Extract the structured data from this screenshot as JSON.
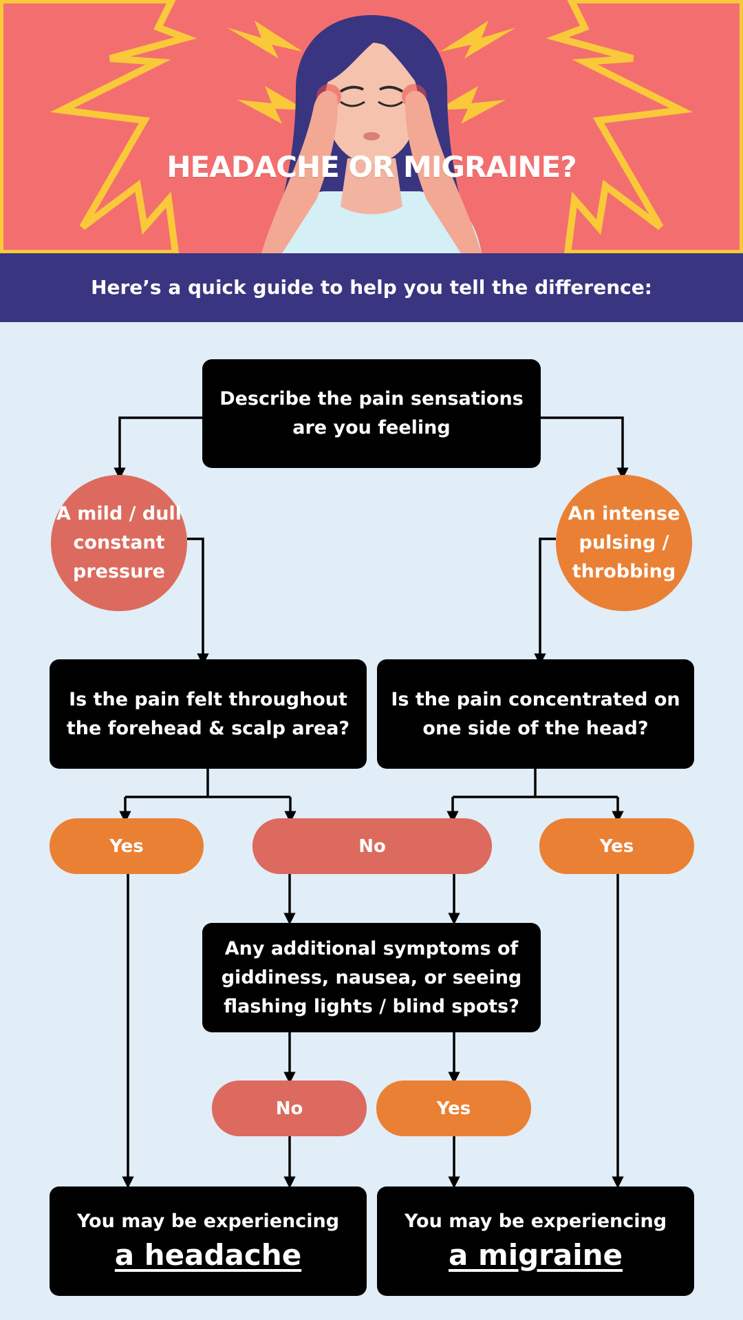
{
  "header": {
    "title": "HEADACHE OR MIGRAINE?",
    "subtitle": "Here’s a quick guide to help you tell the difference:"
  },
  "colors": {
    "hero_bg": "#f36f6f",
    "burst": "#f9c93a",
    "band": "#393580",
    "page_bg": "#e1edf7",
    "red_node": "#dc6a5e",
    "orange_node": "#ea8034",
    "box": "#000000"
  },
  "flow": {
    "start": "Describe the pain sensations are you feeling",
    "mild": "A mild / dull constant pressure",
    "intense": "An intense pulsing / throbbing",
    "q_forehead": "Is the pain felt throughout the forehead & scalp area?",
    "q_oneside": "Is the pain concentrated on one side of the head?",
    "yes_left": "Yes",
    "no_mid": "No",
    "yes_right": "Yes",
    "q_symptoms": "Any additional symptoms of giddiness, nausea, or seeing flashing lights / blind spots?",
    "no_lower": "No",
    "yes_lower": "Yes",
    "result_prefix_left": "You may be experiencing",
    "result_left": "a headache",
    "result_prefix_right": "You may be experiencing",
    "result_right": "a migraine"
  }
}
